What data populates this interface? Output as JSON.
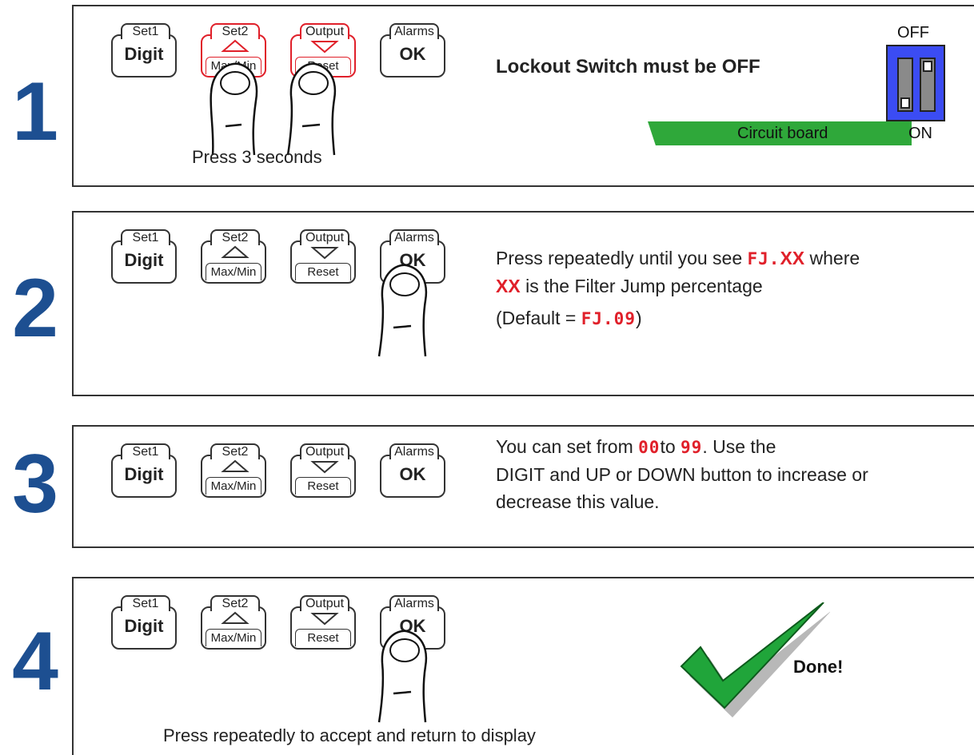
{
  "steps": [
    {
      "number": "1",
      "lockout_title": "Lockout Switch must be OFF",
      "switch_off_label": "OFF",
      "switch_on_label": "ON",
      "board_label": "Circuit board",
      "caption": "Press 3 seconds"
    },
    {
      "number": "2",
      "line1_a": "Press repeatedly until you see ",
      "line1_code": "FJ.",
      "line1_code2": "XX",
      "line1_b": " where",
      "line2_code": "XX",
      "line2_b": " is the Filter Jump percentage",
      "line3_a": "(Default = ",
      "line3_code": "FJ.09",
      "line3_b": ")"
    },
    {
      "number": "3",
      "line1_a": "You can set from ",
      "line1_code1": "00",
      "line1_mid": "to ",
      "line1_code2": "99",
      "line1_b": ". Use the",
      "line2": "DIGIT and UP or DOWN button to increase or",
      "line3": "decrease this value."
    },
    {
      "number": "4",
      "done_label": "Done!",
      "caption": "Press repeatedly to accept and return to display"
    }
  ],
  "keypad": {
    "key1": {
      "tab": "Set1",
      "main": "Digit"
    },
    "key2": {
      "tab": "Set2",
      "sub": "Max/Min"
    },
    "key3": {
      "tab": "Output",
      "sub": "Reset"
    },
    "key4": {
      "tab": "Alarms",
      "main": "OK"
    }
  },
  "colors": {
    "step_number": "#1d4f91",
    "highlight_red": "#e0202a",
    "board_green": "#2fa83a",
    "switch_blue": "#3b4cf3",
    "check_green": "#20a53a"
  },
  "icons": [
    "up-arrow-icon",
    "down-arrow-icon",
    "finger-press-icon",
    "dip-switch-icon",
    "check-mark-icon"
  ]
}
